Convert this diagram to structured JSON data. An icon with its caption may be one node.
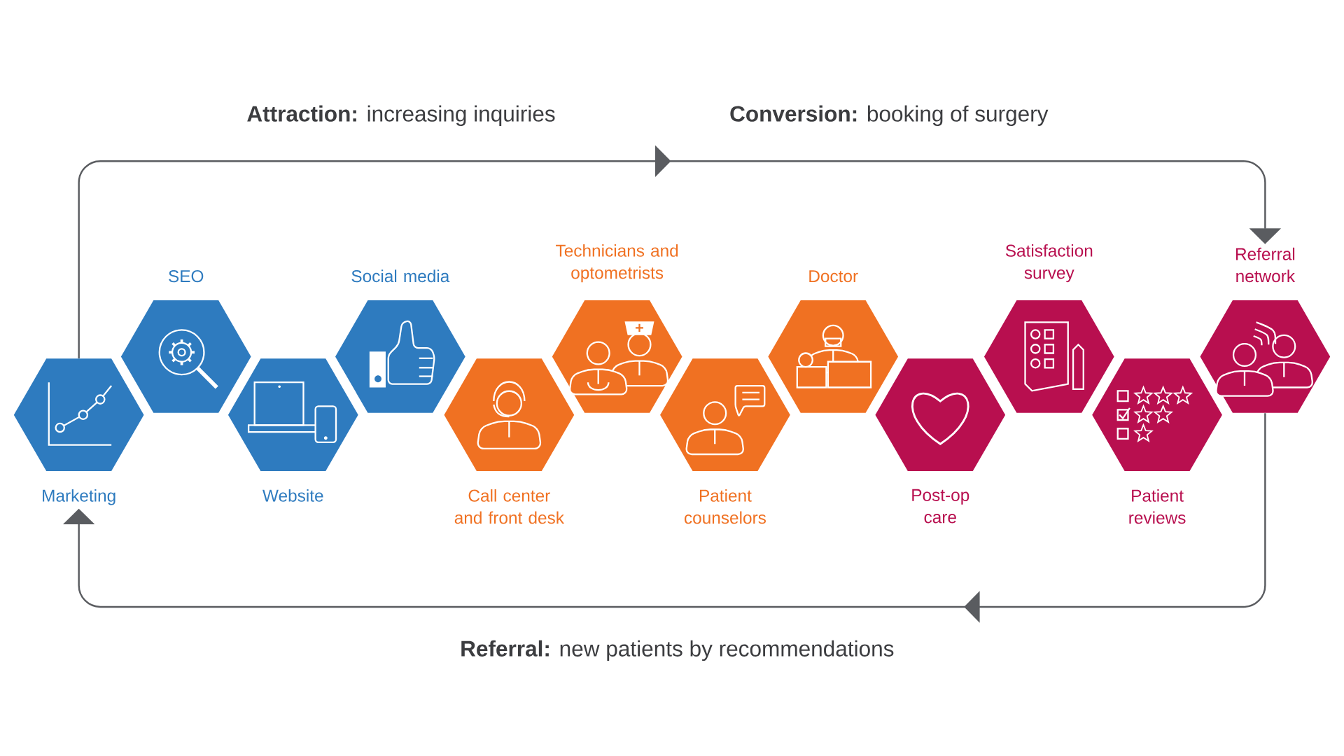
{
  "diagram": {
    "nodes": [
      {
        "text": [
          "Marketing"
        ]
      },
      {
        "text": [
          "SEO"
        ]
      },
      {
        "text": [
          "Website"
        ]
      },
      {
        "text": [
          "Social media"
        ]
      },
      {
        "text": [
          "Call center and front desk"
        ]
      },
      {
        "text": [
          "Technicians and optometrists"
        ]
      },
      {
        "text": [
          "Patient counselors"
        ]
      },
      {
        "text": [
          "Doctor"
        ]
      },
      {
        "text": [
          "Post-op care"
        ]
      },
      {
        "text": [
          "Satisfaction survey"
        ]
      },
      {
        "text": [
          "Patient reviews"
        ]
      },
      {
        "text": [
          "Referral network"
        ]
      }
    ],
    "edges": [
      {
        "from": 0,
        "to": 11,
        "arrow": "to"
      },
      {
        "from": 11,
        "to": 0,
        "arrow": "to"
      }
    ],
    "labels": [
      "**Attraction:** increasing inquiries",
      "**Conversion:** booking of surgery",
      "**Referral:** new patients by recommendations"
    ]
  }
}
